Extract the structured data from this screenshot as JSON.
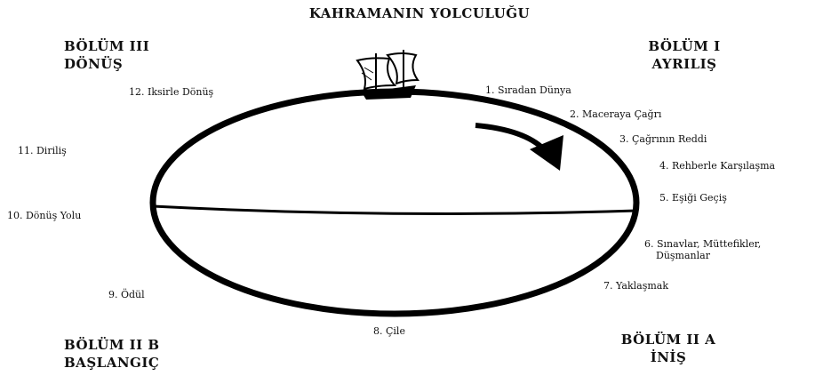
{
  "title": "KAHRAMANIN YOLCULUĞU",
  "sections": {
    "part1": {
      "line1": "BÖLÜM I",
      "line2": "AYRILIŞ"
    },
    "part2a": {
      "line1": "BÖLÜM II A",
      "line2": "İNİŞ"
    },
    "part2b": {
      "line1": "BÖLÜM II B",
      "line2": "BAŞLANGIÇ"
    },
    "part3": {
      "line1": "BÖLÜM III",
      "line2": "DÖNÜŞ"
    }
  },
  "stages": [
    "1. Sıradan Dünya",
    "2. Maceraya Çağrı",
    "3. Çağrının Reddi",
    "4. Rehberle Karşılaşma",
    "5. Eşiği Geçiş",
    "6. Sınavlar, Müttefikler,",
    "Düşmanlar",
    "7. Yaklaşmak",
    "8. Çile",
    "9. Ödül",
    "10. Dönüş Yolu",
    "11. Diriliş",
    "12. Iksirle Dönüş"
  ]
}
